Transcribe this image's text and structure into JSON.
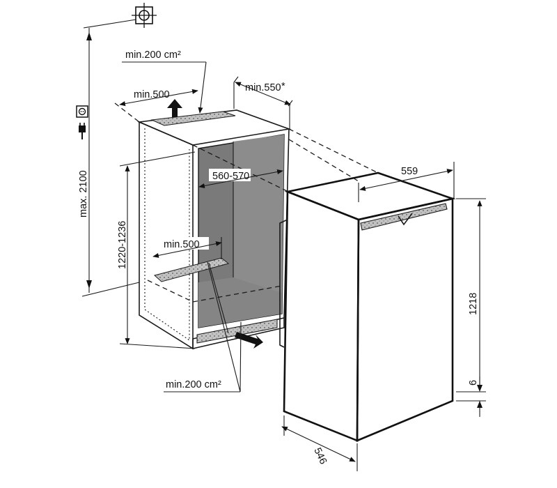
{
  "dimensions": {
    "top_vent": "min.200 cm²",
    "bottom_vent": "min.200 cm²",
    "top_clearance": "min.500",
    "niche_depth": "min.550",
    "niche_depth_note": "*",
    "inner_width": "560-570",
    "floor_clearance": "min.500",
    "niche_height": "1220-1236",
    "max_height": "max. 2100",
    "appliance_depth": "559",
    "appliance_height": "1218",
    "base_gap": "6",
    "appliance_width": "546"
  },
  "colors": {
    "niche_interior": "#7a7a7a",
    "niche_side_wall": "#8c8c8c",
    "vent_grille": "#b5b5b5",
    "line": "#1a1a1a"
  },
  "icons": {
    "water_connection": "water-connection-icon",
    "power_socket": "power-socket-icon",
    "power_plug": "power-plug-icon",
    "airflow_arrow": "airflow-arrow-icon"
  }
}
